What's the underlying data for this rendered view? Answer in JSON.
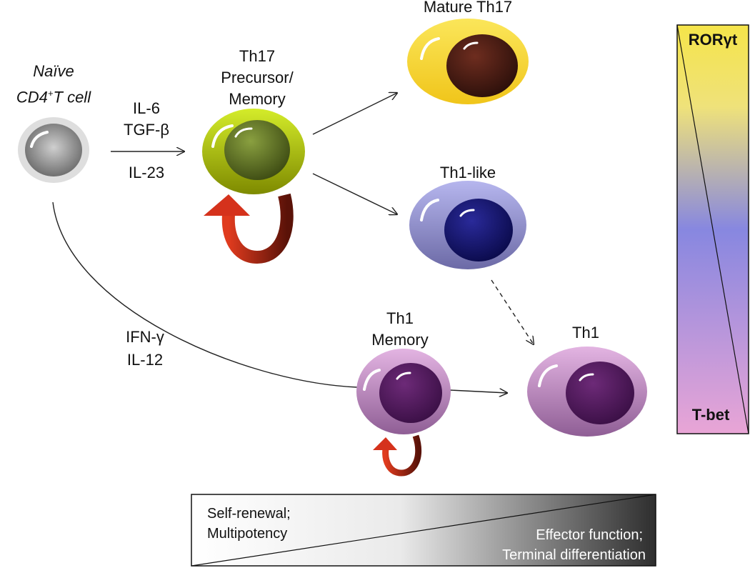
{
  "cells": {
    "naive": {
      "label_line1": "Naïve",
      "label_line2_prefix": "CD4",
      "label_line2_sup": "+",
      "label_line2_suffix": "T cell",
      "color": "#a8a8a8"
    },
    "th17_precursor": {
      "label_line1": "Th17",
      "label_line2": "Precursor/",
      "label_line3": "Memory",
      "color": "#a6b800"
    },
    "mature_th17": {
      "label": "Mature Th17",
      "color": "#f5d93a"
    },
    "th1_like": {
      "label": "Th1-like",
      "color": "#9e9edc"
    },
    "th1_memory": {
      "label_line1": "Th1",
      "label_line2": "Memory",
      "color": "#c98fc8"
    },
    "th1": {
      "label": "Th1",
      "color": "#c98fc8"
    }
  },
  "cytokines": {
    "th17_path": [
      "IL-6",
      "TGF-β",
      "IL-23"
    ],
    "th1_path": [
      "IFN-γ",
      "IL-12"
    ]
  },
  "gradient_bar": {
    "top_label": "RORγt",
    "bottom_label": "T-bet",
    "colors": [
      "#f5e44a",
      "#8787e0",
      "#e9a5d6"
    ]
  },
  "potency_bar": {
    "left_line1": "Self-renewal;",
    "left_line2": "Multipotency",
    "right_line1": "Effector function;",
    "right_line2": "Terminal differentiation"
  },
  "self_renewal_arrow_color": "#c0281c"
}
